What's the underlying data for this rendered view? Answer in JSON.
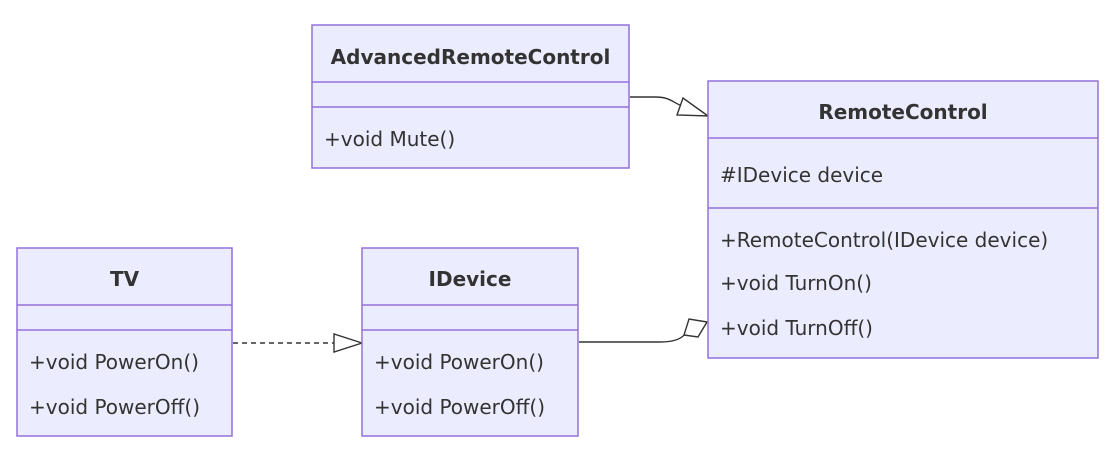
{
  "classes": {
    "advanced_remote_control": {
      "name": "AdvancedRemoteControl",
      "methods": [
        "+void Mute()"
      ]
    },
    "remote_control": {
      "name": "RemoteControl",
      "attributes": [
        "#IDevice device"
      ],
      "methods": [
        "+RemoteControl(IDevice device)",
        "+void TurnOn()",
        "+void TurnOff()"
      ]
    },
    "tv": {
      "name": "TV",
      "methods": [
        "+void PowerOn()",
        "+void PowerOff()"
      ]
    },
    "idevice": {
      "name": "IDevice",
      "methods": [
        "+void PowerOn()",
        "+void PowerOff()"
      ]
    }
  },
  "colors": {
    "class_fill": "#ececff",
    "class_border": "#9370db",
    "text": "#333333",
    "edge": "#333333"
  }
}
